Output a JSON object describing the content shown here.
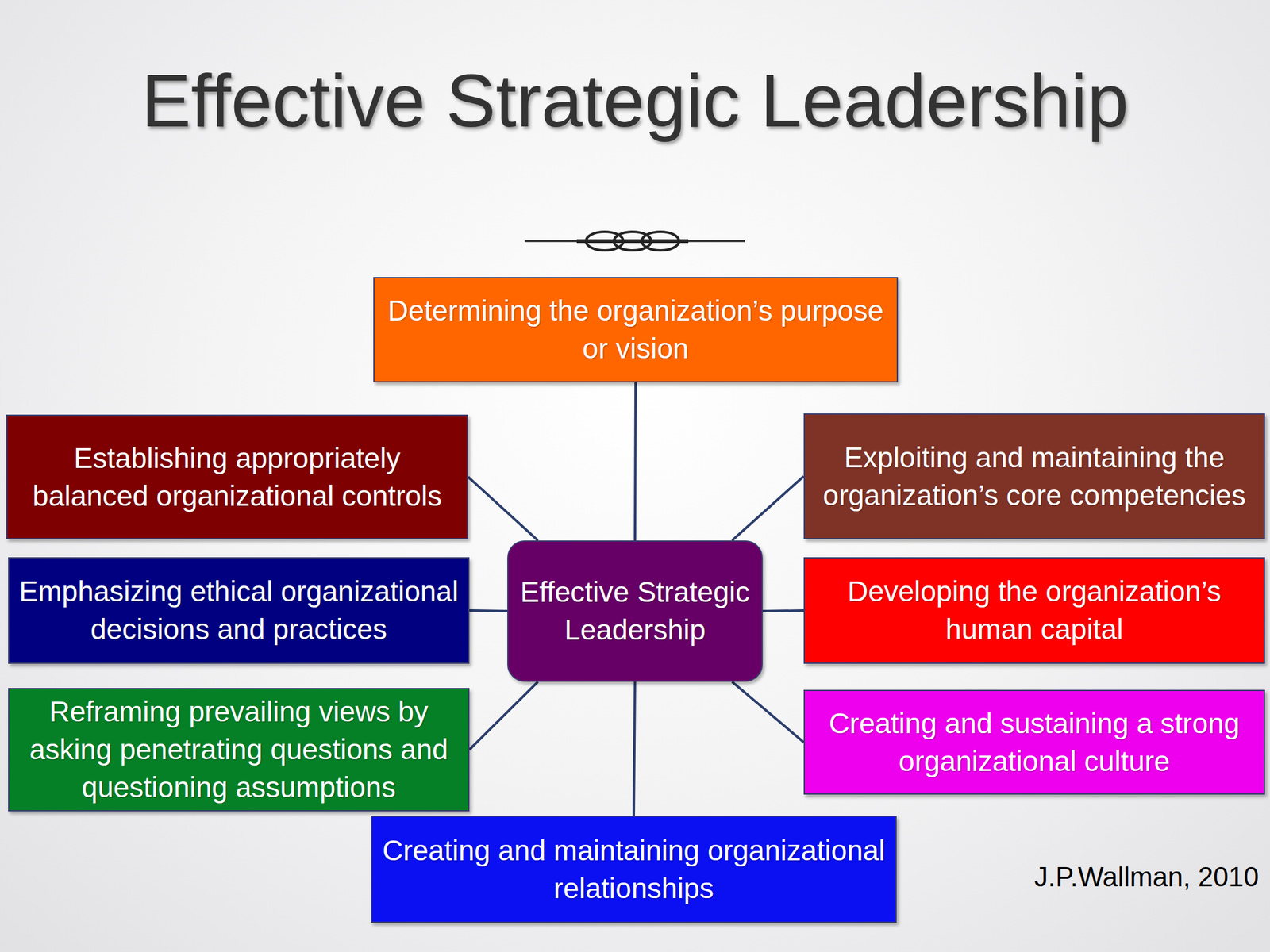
{
  "diagram": {
    "title": "Effective Strategic Leadership",
    "nodes": [
      {
        "text": [
          "Determining the organization’s purpose or vision"
        ]
      },
      {
        "text": [
          "Establishing appropriately balanced organizational controls"
        ]
      },
      {
        "text": [
          "Exploiting and maintaining the organization’s core competencies"
        ]
      },
      {
        "text": [
          "Emphasizing ethical organizational decisions and practices"
        ]
      },
      {
        "text": [
          "Effective Strategic Leadership"
        ]
      },
      {
        "text": [
          "Developing the organization’s human capital"
        ]
      },
      {
        "text": [
          "Reframing prevailing views by asking penetrating questions and questioning assumptions"
        ]
      },
      {
        "text": [
          "Creating and sustaining a strong organizational culture"
        ]
      },
      {
        "text": [
          "Creating and maintaining organizational relationships"
        ]
      }
    ],
    "edges": [
      {
        "from": 4,
        "to": 0,
        "arrow": "none"
      },
      {
        "from": 4,
        "to": 1,
        "arrow": "none"
      },
      {
        "from": 4,
        "to": 2,
        "arrow": "none"
      },
      {
        "from": 4,
        "to": 3,
        "arrow": "none"
      },
      {
        "from": 4,
        "to": 5,
        "arrow": "none"
      },
      {
        "from": 4,
        "to": 6,
        "arrow": "none"
      },
      {
        "from": 4,
        "to": 7,
        "arrow": "none"
      },
      {
        "from": 4,
        "to": 8,
        "arrow": "none"
      }
    ],
    "labels": [
      "J.P.Wallman, 2010"
    ]
  }
}
